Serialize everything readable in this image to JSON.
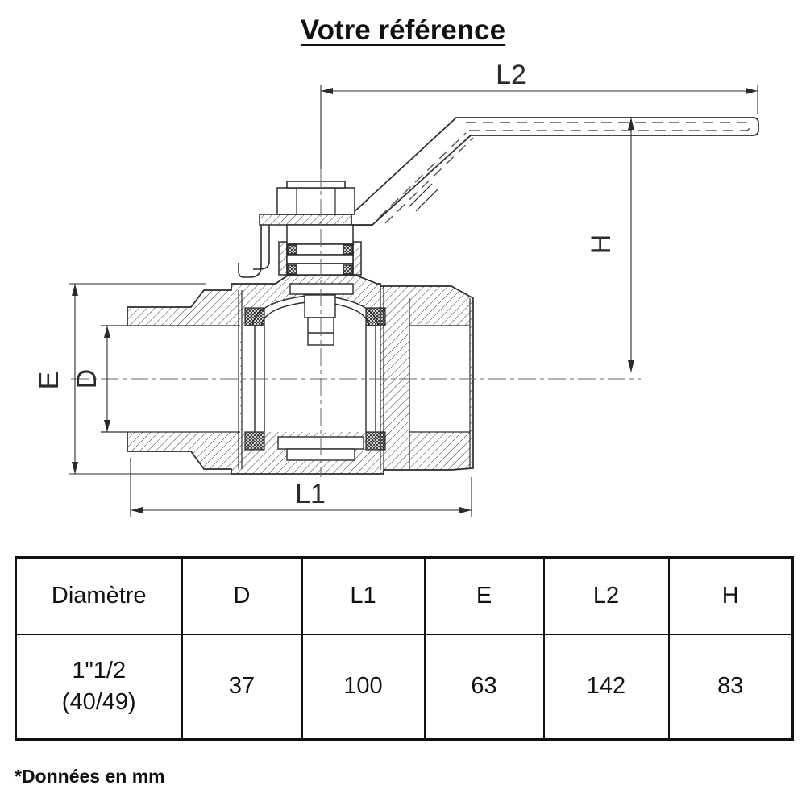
{
  "title": "Votre référence",
  "diagram": {
    "labels": {
      "l2": "L2",
      "h": "H",
      "e": "E",
      "d": "D",
      "l1": "L1"
    }
  },
  "table": {
    "headers": [
      "Diamètre",
      "D",
      "L1",
      "E",
      "L2",
      "H"
    ],
    "row": {
      "diameter_line1": "1\"1/2",
      "diameter_line2": "(40/49)",
      "d": "37",
      "l1": "100",
      "e": "63",
      "l2": "142",
      "h": "83"
    }
  },
  "footer_note": "*Données en mm",
  "colors": {
    "line": "#2b2b2b",
    "text": "#111111",
    "background": "#ffffff"
  }
}
